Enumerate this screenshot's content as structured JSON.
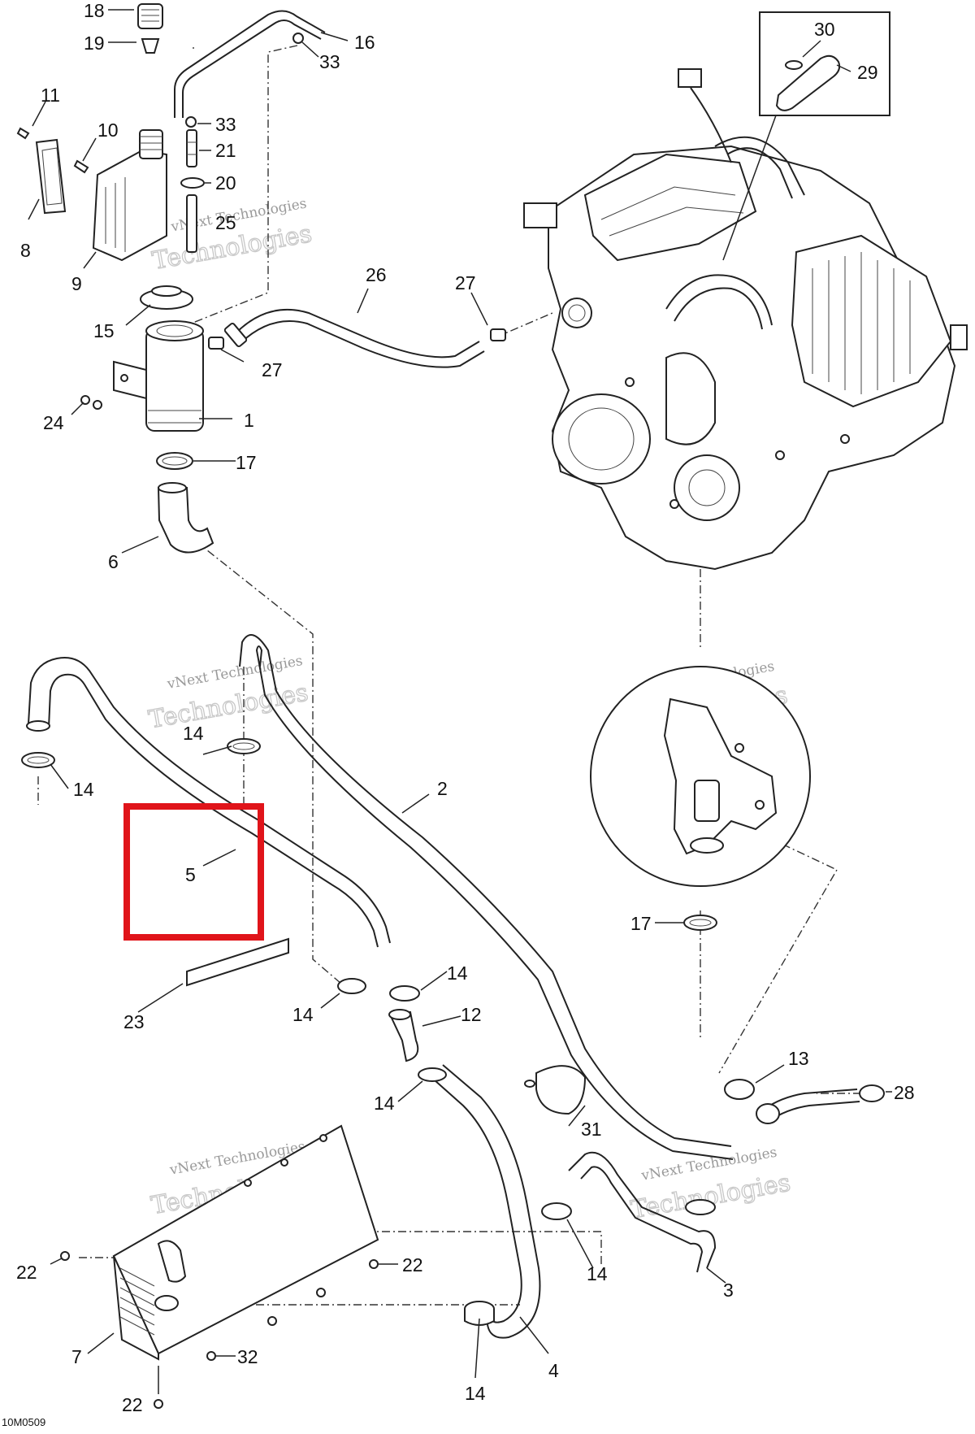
{
  "diagram": {
    "drawing_code": "10M0509",
    "watermark": {
      "line1": "vNext Technologies",
      "line2": "Technologies"
    },
    "highlight_color": "#e0141a",
    "callouts": {
      "c1": "1",
      "c2": "2",
      "c3": "3",
      "c4": "4",
      "c5": "5",
      "c6": "6",
      "c7": "7",
      "c8": "8",
      "c9": "9",
      "c10": "10",
      "c11": "11",
      "c12": "12",
      "c13": "13",
      "c14a": "14",
      "c14b": "14",
      "c14c": "14",
      "c14d": "14",
      "c14e": "14",
      "c14f": "14",
      "c14g": "14",
      "c15": "15",
      "c16": "16",
      "c17a": "17",
      "c17b": "17",
      "c18": "18",
      "c19": "19",
      "c20": "20",
      "c21": "21",
      "c22a": "22",
      "c22b": "22",
      "c22c": "22",
      "c23": "23",
      "c24": "24",
      "c25": "25",
      "c26": "26",
      "c27a": "27",
      "c27b": "27",
      "c28": "28",
      "c29": "29",
      "c30": "30",
      "c31": "31",
      "c32": "32",
      "c33a": "33",
      "c33b": "33"
    }
  }
}
